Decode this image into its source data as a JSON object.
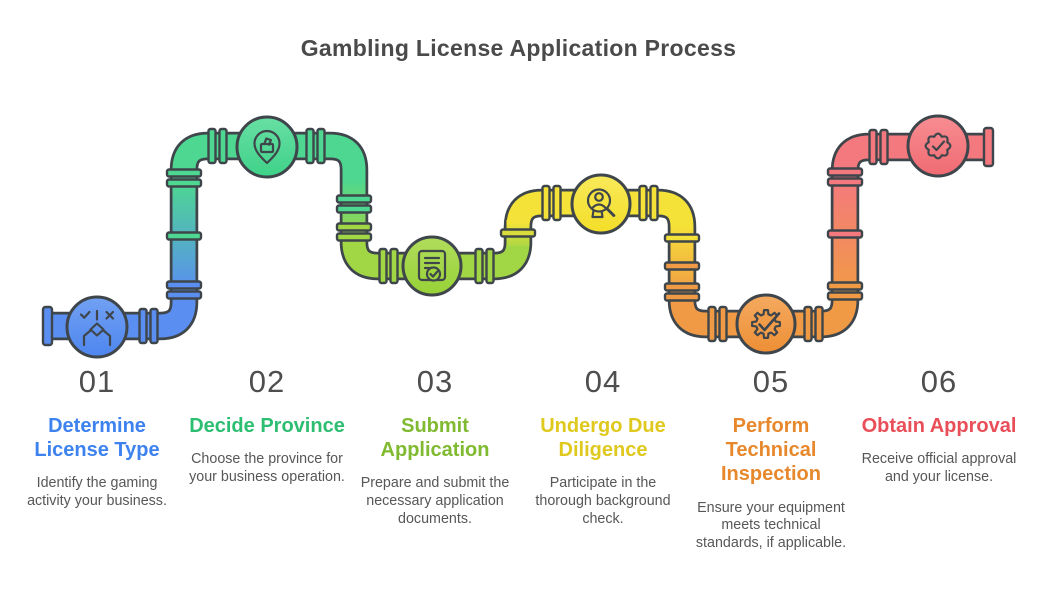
{
  "header": {
    "title": "Gambling License Application Process"
  },
  "steps": [
    {
      "number": "01",
      "title": "Determine License Type",
      "description": "Identify the gaming activity your business.",
      "icon": "decision-check-x-icon",
      "pipe_color": "#5a8ef0",
      "title_color": "#3d82ef"
    },
    {
      "number": "02",
      "title": "Decide Province",
      "description": "Choose the province for your business operation.",
      "icon": "location-pin-icon",
      "pipe_color": "#4dd791",
      "title_color": "#2ebe71"
    },
    {
      "number": "03",
      "title": "Submit Application",
      "description": "Prepare and submit the necessary application documents.",
      "icon": "document-check-icon",
      "pipe_color": "#a1d644",
      "title_color": "#80ba31"
    },
    {
      "number": "04",
      "title": "Undergo Due Diligence",
      "description": "Participate in the thorough background check.",
      "icon": "person-search-icon",
      "pipe_color": "#f5e238",
      "title_color": "#e0c91e"
    },
    {
      "number": "05",
      "title": "Perform Technical Inspection",
      "description": "Ensure your equipment meets technical standards, if applicable.",
      "icon": "gear-check-icon",
      "pipe_color": "#f09a45",
      "title_color": "#e7882d"
    },
    {
      "number": "06",
      "title": "Obtain Approval",
      "description": "Receive official approval and your license.",
      "icon": "badge-check-icon",
      "pipe_color": "#f4797e",
      "title_color": "#e94f59"
    }
  ],
  "palette": {
    "outline": "#3f464b",
    "heading_text": "#4a4a4a",
    "number_text": "#4e4e4e",
    "description_text": "#575757",
    "background": "#ffffff"
  }
}
